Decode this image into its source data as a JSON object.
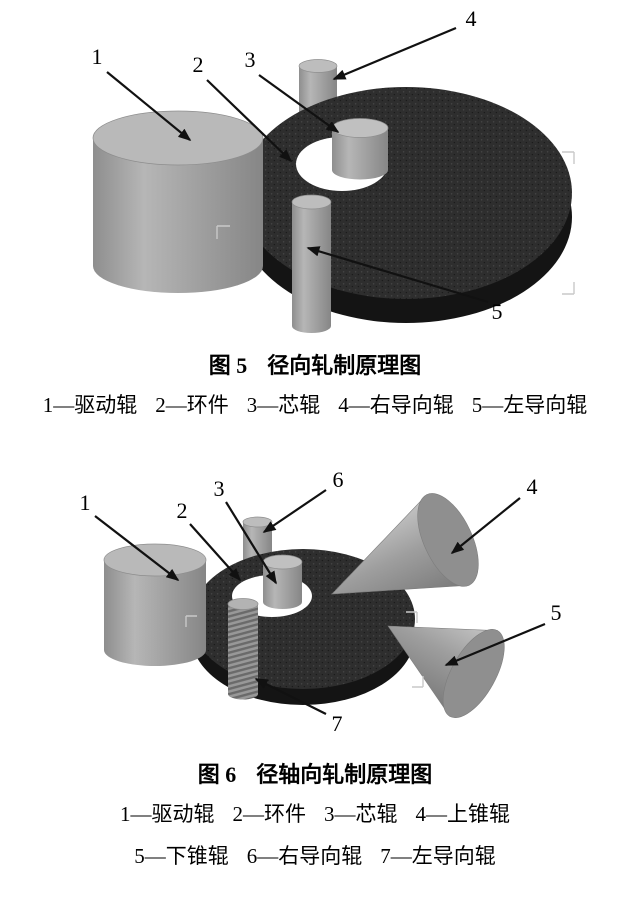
{
  "figure5": {
    "caption_label": "图 5",
    "caption_title": "径向轧制原理图",
    "legend_items": [
      "1—驱动辊",
      "2—环件",
      "3—芯辊",
      "4—右导向辊",
      "5—左导向辊"
    ],
    "pointers": [
      "1",
      "2",
      "3",
      "4",
      "5"
    ]
  },
  "figure6": {
    "caption_label": "图 6",
    "caption_title": "径轴向轧制原理图",
    "legend_row1_items": [
      "1—驱动辊",
      "2—环件",
      "3—芯辊",
      "4—上锥辊"
    ],
    "legend_row2_items": [
      "5—下锥辊",
      "6—右导向辊",
      "7—左导向辊"
    ],
    "pointers": [
      "1",
      "2",
      "3",
      "4",
      "5",
      "6",
      "7"
    ]
  },
  "colors": {
    "background": "#ffffff",
    "text": "#000000",
    "arrow": "#111111",
    "roll_body_light": "#b6b6b6",
    "roll_body_dark": "#8a8a8a",
    "roll_top": "#bdbdbd",
    "ring_surface": "#2e2e2e",
    "ring_side": "#141414",
    "ring_hole": "#ffffff",
    "cone_body": "#9e9e9e",
    "cone_base": "#8f8f8f",
    "registration_mark": "#c9c9c9"
  }
}
